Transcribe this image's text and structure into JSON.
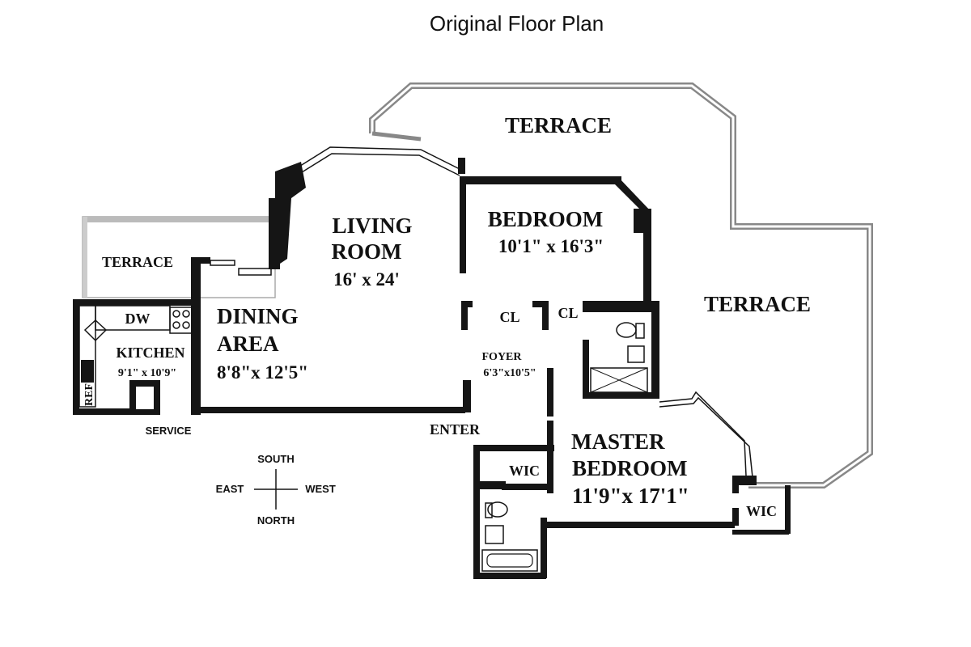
{
  "title": "Original Floor Plan",
  "rooms": {
    "terrace_top": "TERRACE",
    "terrace_left": "TERRACE",
    "terrace_right": "TERRACE",
    "living_line1": "LIVING",
    "living_line2": "ROOM",
    "living_dims": "16' x 24'",
    "bedroom": "BEDROOM",
    "bedroom_dims": "10'1\" x 16'3\"",
    "dining_line1": "DINING",
    "dining_line2": "AREA",
    "dining_dims": "8'8\"x 12'5\"",
    "kitchen": "KITCHEN",
    "kitchen_dims": "9'1\" x 10'9\"",
    "dw": "DW",
    "ref": "REF",
    "closet1": "CL",
    "closet2": "CL",
    "foyer": "FOYER",
    "foyer_dims": "6'3\"x10'5\"",
    "master_line1": "MASTER",
    "master_line2": "BEDROOM",
    "master_dims": "11'9\"x  17'1\"",
    "wic_left": "WIC",
    "wic_right": "WIC"
  },
  "entries": {
    "service": "SERVICE",
    "enter": "ENTER"
  },
  "compass": {
    "south": "SOUTH",
    "north": "NORTH",
    "east": "EAST",
    "west": "WEST"
  }
}
